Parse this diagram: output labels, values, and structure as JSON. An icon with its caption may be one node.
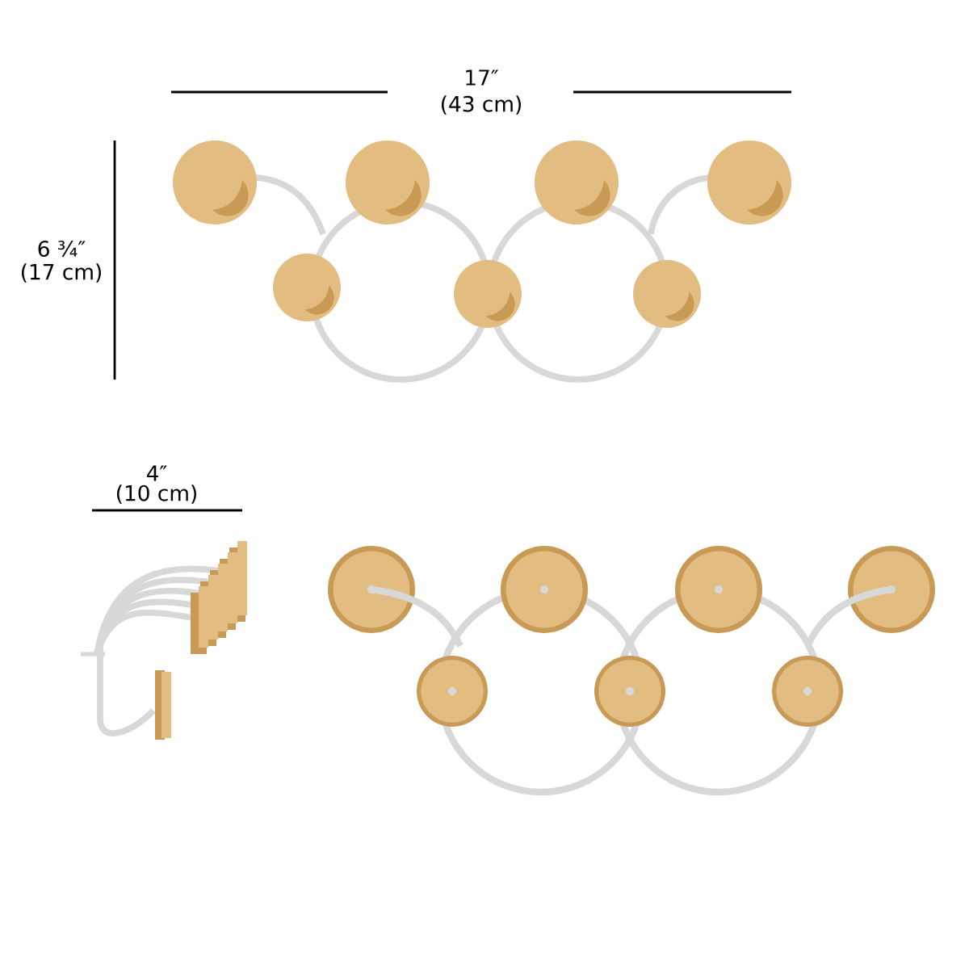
{
  "diagram": {
    "labels": [
      "17″",
      "(43 cm)",
      "6 ¾″",
      "(17 cm)",
      "4″",
      "(10 cm)"
    ]
  }
}
